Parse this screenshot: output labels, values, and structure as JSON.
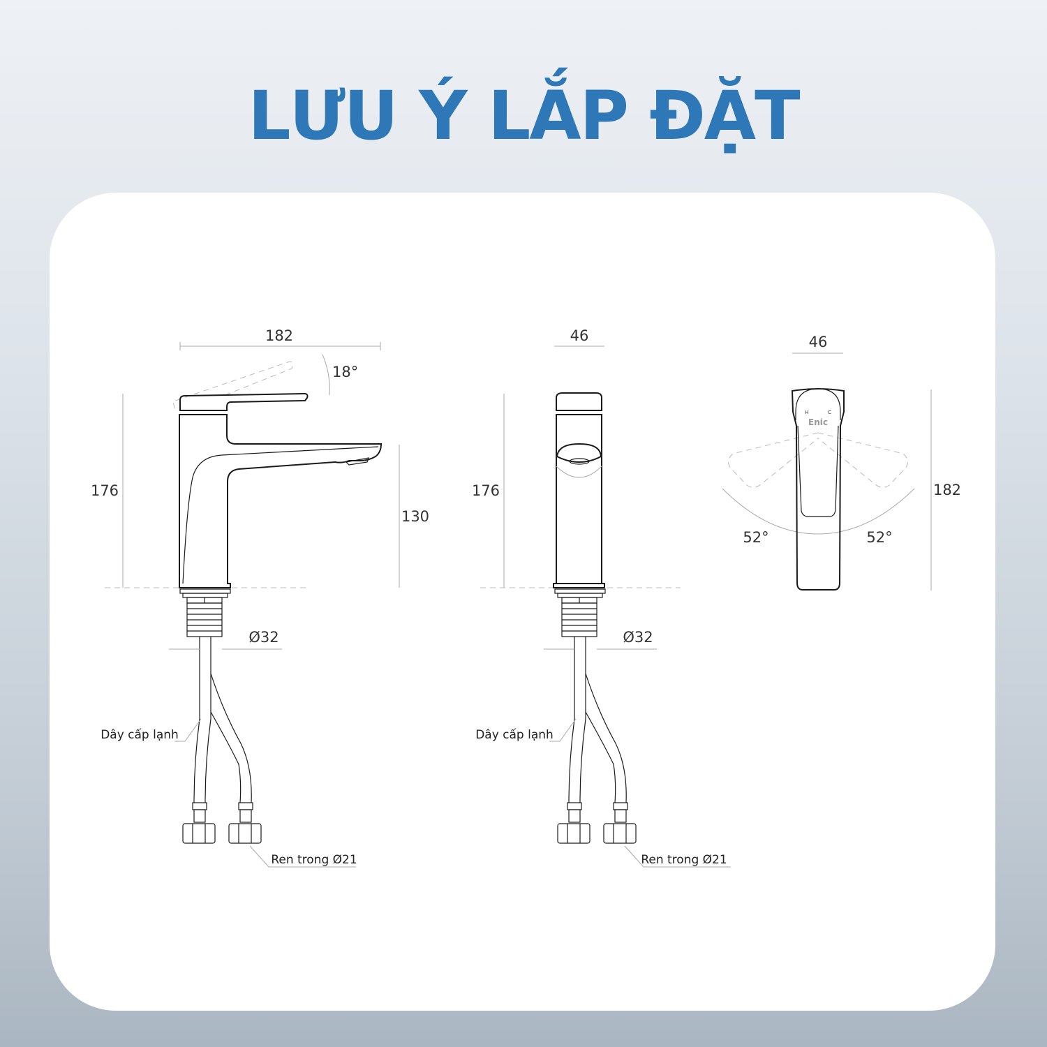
{
  "title": "LƯU Ý LẮP ĐẶT",
  "side_view": {
    "width": "182",
    "angle": "18°",
    "height": "176",
    "spout_height": "130",
    "diameter": "Ø32",
    "hose_label": "Dây cấp lạnh",
    "thread_label": "Ren trong Ø21"
  },
  "front_view": {
    "width": "46",
    "height": "176",
    "diameter": "Ø32",
    "hose_label": "Dây cấp lạnh",
    "thread_label": "Ren trong Ø21"
  },
  "top_view": {
    "width": "46",
    "length": "182",
    "angle_left": "52°",
    "angle_right": "52°",
    "brand": "Enic",
    "hot": "H",
    "cold": "C"
  }
}
